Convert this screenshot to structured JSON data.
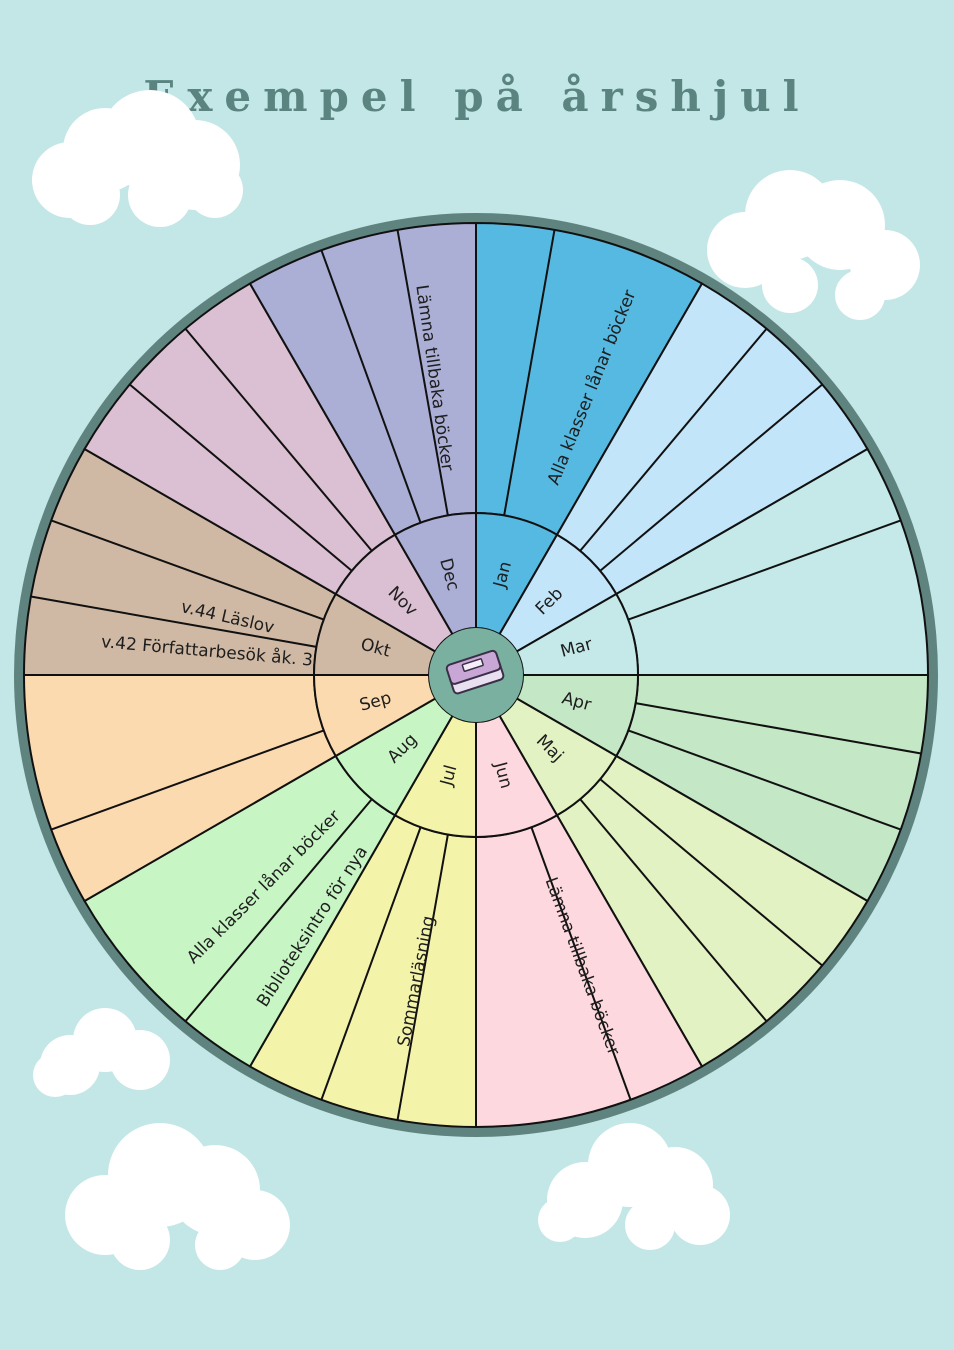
{
  "title": "Exempel på årshjul",
  "colors": {
    "background": "#c3e6e6",
    "rim": "#5f837f",
    "hub": "#7ab09f",
    "line": "#111111",
    "cloud": "#ffffff"
  },
  "center_icon": "book-icon",
  "months": [
    {
      "name": "Jan",
      "color": "#55b9e1"
    },
    {
      "name": "Feb",
      "color": "#c2e5f9"
    },
    {
      "name": "Mar",
      "color": "#c5e9e9"
    },
    {
      "name": "Apr",
      "color": "#c4e7c5"
    },
    {
      "name": "Maj",
      "color": "#e3f2c3"
    },
    {
      "name": "Jun",
      "color": "#fdd9df"
    },
    {
      "name": "Jul",
      "color": "#f3f3a9"
    },
    {
      "name": "Aug",
      "color": "#c7f5c4"
    },
    {
      "name": "Sep",
      "color": "#fcdab0"
    },
    {
      "name": "Okt",
      "color": "#cfb9a4"
    },
    {
      "name": "Nov",
      "color": "#dbbfd2"
    },
    {
      "name": "Dec",
      "color": "#abaed5"
    }
  ],
  "events": [
    {
      "text": "Alla klasser lånar böcker",
      "month": "Jan"
    },
    {
      "text": "Lämna tillbaka böcker",
      "month": "Dec"
    },
    {
      "text": "v.44 Läslov",
      "month": "Okt"
    },
    {
      "text": "v.42 Författarbesök åk. 3",
      "month": "Okt"
    },
    {
      "text": "Alla klasser lånar böcker",
      "month": "Aug"
    },
    {
      "text": "Biblioteksintro för nya",
      "month": "Aug"
    },
    {
      "text": "Sommarläsning",
      "month": "Jul"
    },
    {
      "text": "Lämna tillbaka böcker",
      "month": "Jun"
    }
  ]
}
